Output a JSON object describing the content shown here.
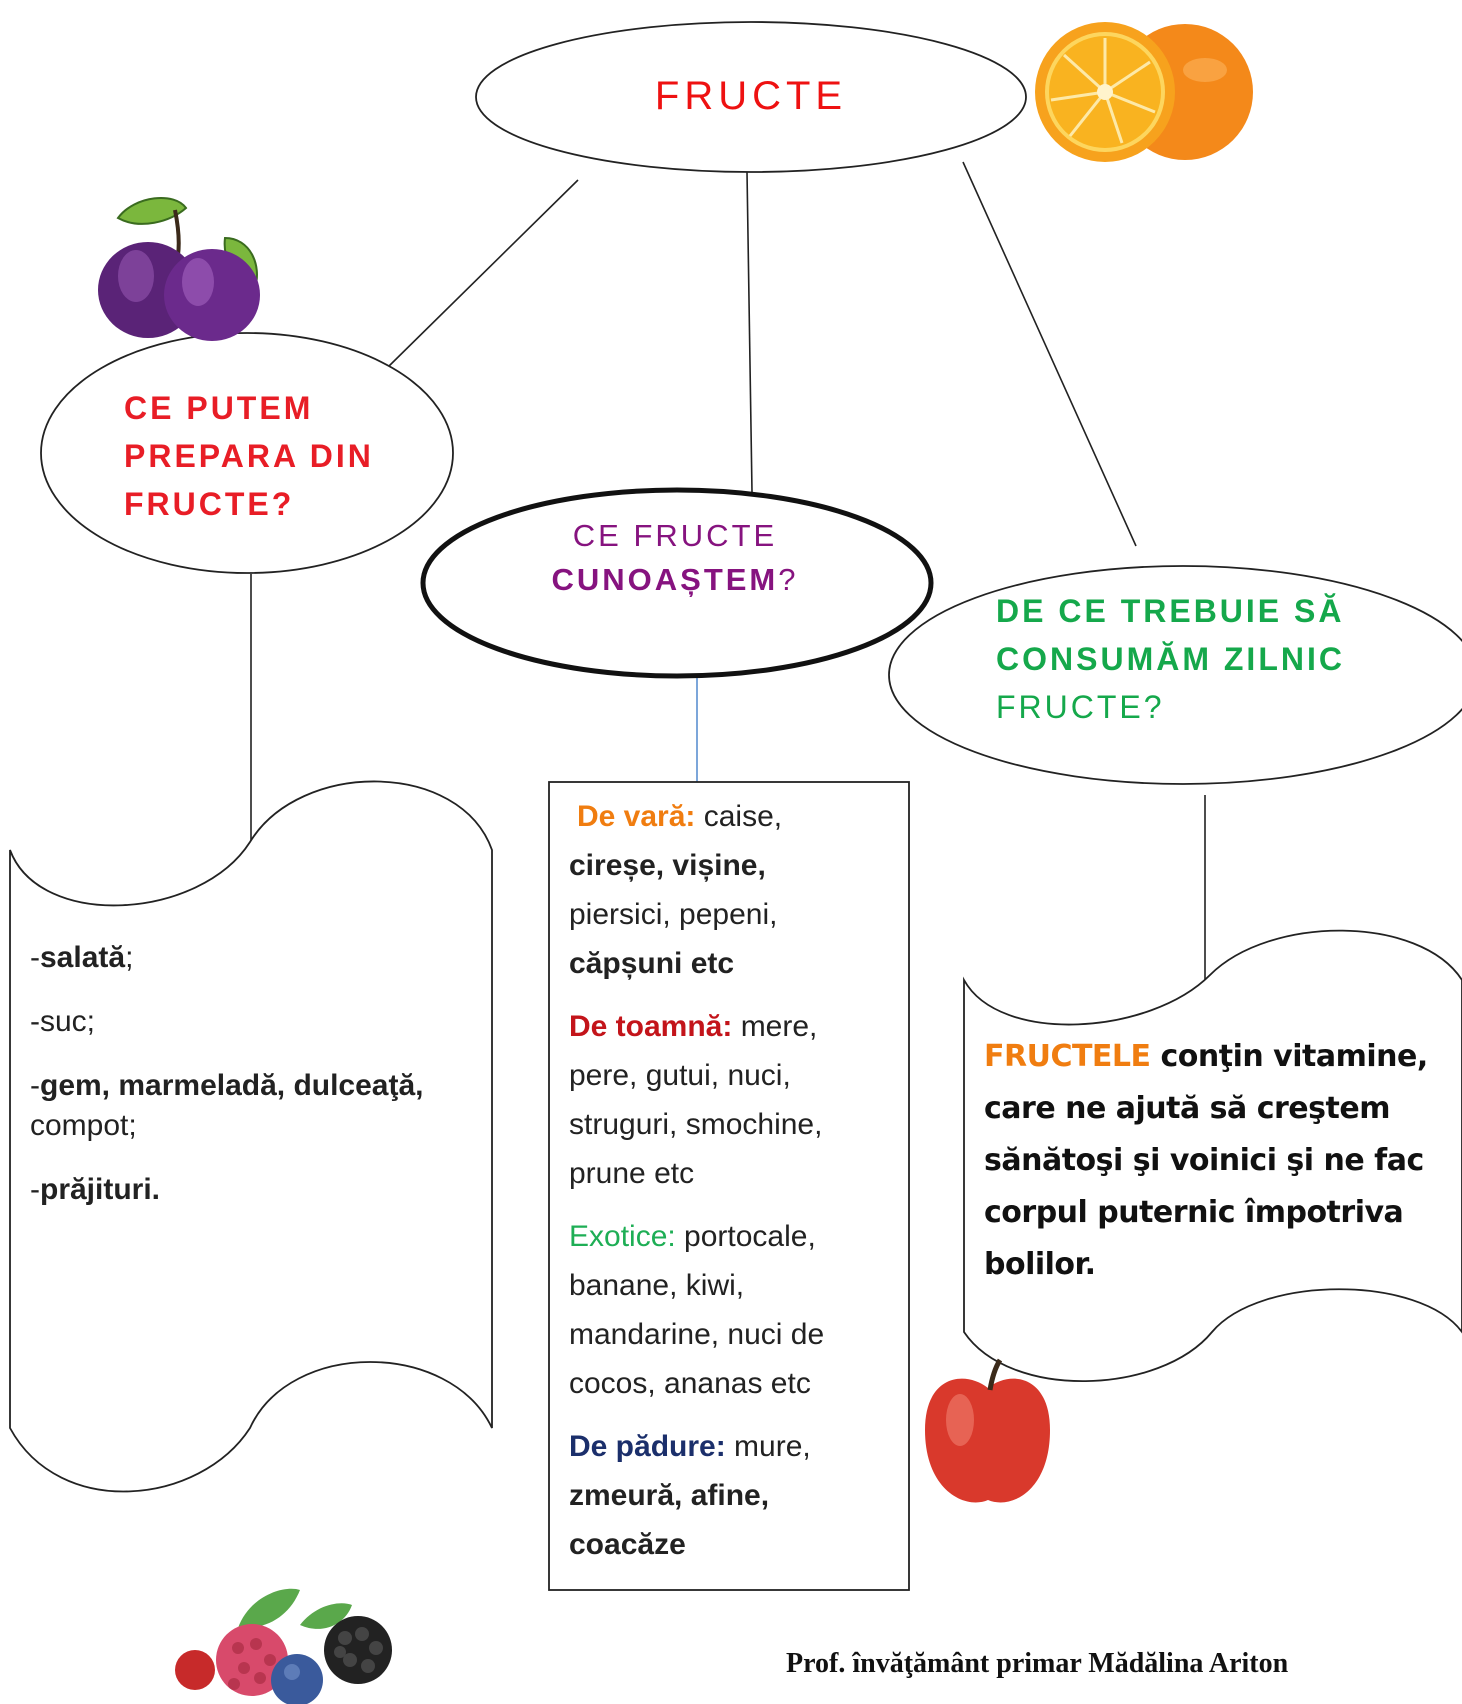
{
  "title": "FRUCTE",
  "q_prepare": {
    "lines": [
      "CE PUTEM",
      "PREPARA DIN",
      "FRUCTE?"
    ]
  },
  "q_know": {
    "line1": "CE FRUCTE",
    "line2_bold": "CUNOAȘTEM",
    "line2_end": "?"
  },
  "q_why": {
    "line1": "DE CE TREBUIE SĂ",
    "line2": "CONSUMĂM ZILNIC",
    "line3": "FRUCTE?"
  },
  "prepare_list": [
    {
      "dash": "-",
      "bold": "salată",
      "rest": ";"
    },
    {
      "dash": "-",
      "bold": "",
      "rest": "suc;"
    },
    {
      "dash": "-",
      "bold": "gem, marmeladă, dulceaţă,",
      "rest": ""
    },
    {
      "dash": "",
      "bold": "",
      "rest": "compot;",
      "indent": true
    },
    {
      "dash": "-",
      "bold": "prăjituri.",
      "rest": ""
    }
  ],
  "fruits": {
    "summer": {
      "label": "De vară:",
      "color": "#f07d10",
      "t1": " caise,",
      "t2_bold": "cireșe, vișine,",
      "t3": "piersici, pepeni,",
      "t4_bold": "căpșuni etc"
    },
    "autumn": {
      "label": "De toamnă:",
      "color": "#c3141a",
      "t1": " mere,",
      "t2": "pere, gutui, nuci,",
      "t3": "struguri, smochine,",
      "t4": "prune etc"
    },
    "exotic": {
      "label": "Exotice:",
      "color": "#1eae55",
      "t1": " portocale,",
      "t2": "banane, kiwi,",
      "t3": "mandarine, nuci de",
      "t4": "cocos, ananas etc"
    },
    "forest": {
      "label": "De pădure:",
      "color": "#1b2f6b",
      "t1": " mure,",
      "t2_bold": "zmeură, afine,",
      "t3": "coacăze"
    }
  },
  "benefit": {
    "highlight": "FRUCTELE",
    "highlight_color": "#f07d10",
    "lines": [
      " conţin vitamine,",
      "care ne ajută să creştem",
      "sănătoşi şi voinici  şi ne fac",
      "corpul puternic împotriva",
      "bolilor."
    ]
  },
  "author": "Prof. învăţământ primar Mădălina Ariton",
  "colors": {
    "title": "#ee1111",
    "q_prepare": "#e81d26",
    "q_know": "#86137f",
    "q_why": "#15a84b"
  }
}
